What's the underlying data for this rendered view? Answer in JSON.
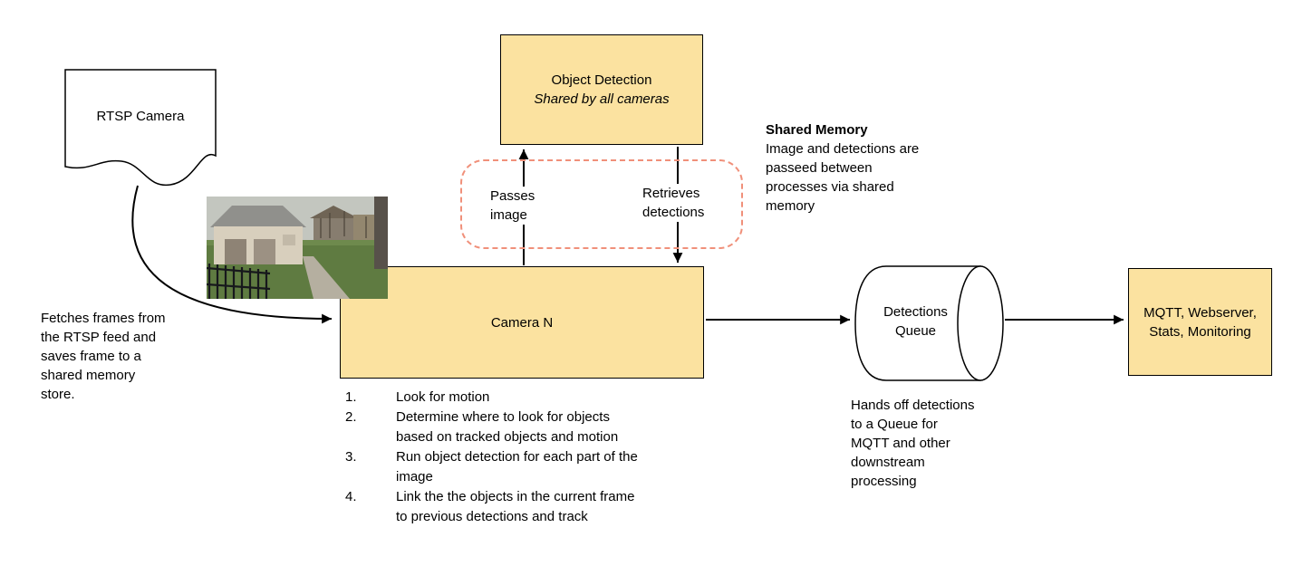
{
  "colors": {
    "node_fill": "#FBE2A0",
    "node_border": "#000000",
    "shared_region_border": "#F0907A",
    "edge": "#000000",
    "background": "#FFFFFF"
  },
  "rtsp": {
    "label": "RTSP Camera",
    "note": "Fetches frames from\nthe RTSP feed and\nsaves frame to a\nshared memory\nstore."
  },
  "object_detection": {
    "title": "Object Detection",
    "subtitle": "Shared by all cameras"
  },
  "shared_memory": {
    "title": "Shared Memory",
    "body": "Image and detections are\npasseed between\nprocesses via shared\nmemory"
  },
  "edges": {
    "passes_image": "Passes\nimage",
    "retrieves_detections": "Retrieves\ndetections"
  },
  "camera": {
    "label": "Camera N",
    "steps": [
      {
        "num": "1.",
        "text": "Look for motion"
      },
      {
        "num": "2.",
        "text": "Determine where to look for objects\nbased on tracked objects and motion"
      },
      {
        "num": "3.",
        "text": "Run object detection for each part of the\nimage"
      },
      {
        "num": "4.",
        "text": "Link the the objects in the current frame\nto previous detections and track"
      }
    ]
  },
  "queue": {
    "label": "Detections\nQueue",
    "note": "Hands off detections\nto a Queue for\nMQTT and other\ndownstream\nprocessing"
  },
  "output": {
    "label": "MQTT, Webserver,\nStats, Monitoring"
  }
}
